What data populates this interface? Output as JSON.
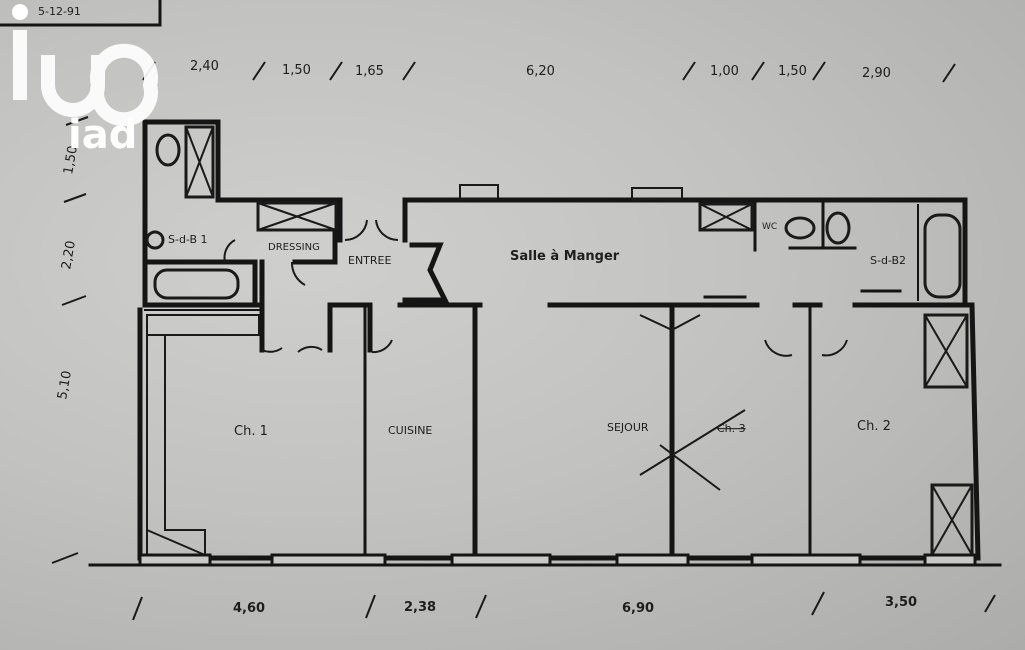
{
  "title_block": {
    "text": "5-12-91"
  },
  "dimensions": {
    "top": [
      "2,40",
      "1,50",
      "1,65",
      "6,20",
      "1,00",
      "1,50",
      "2,90"
    ],
    "left": [
      "1,50",
      "2,20",
      "5,10"
    ],
    "bottom": [
      "4,60",
      "2,38",
      "6,90",
      "3,50"
    ]
  },
  "rooms": {
    "sdb1": "S-d-B 1",
    "dressing": "DRESSING",
    "entree": "ENTREE",
    "salle_a_manger": "Salle à Manger",
    "wc": "WC",
    "sdb2": "S-d-B2",
    "ch1": "Ch. 1",
    "cuisine": "CUISINE",
    "sejour": "SEJOUR",
    "ch3": "Ch. 3",
    "ch2": "Ch. 2"
  },
  "watermark": {
    "brand": "iad",
    "color": "#ffffff"
  }
}
